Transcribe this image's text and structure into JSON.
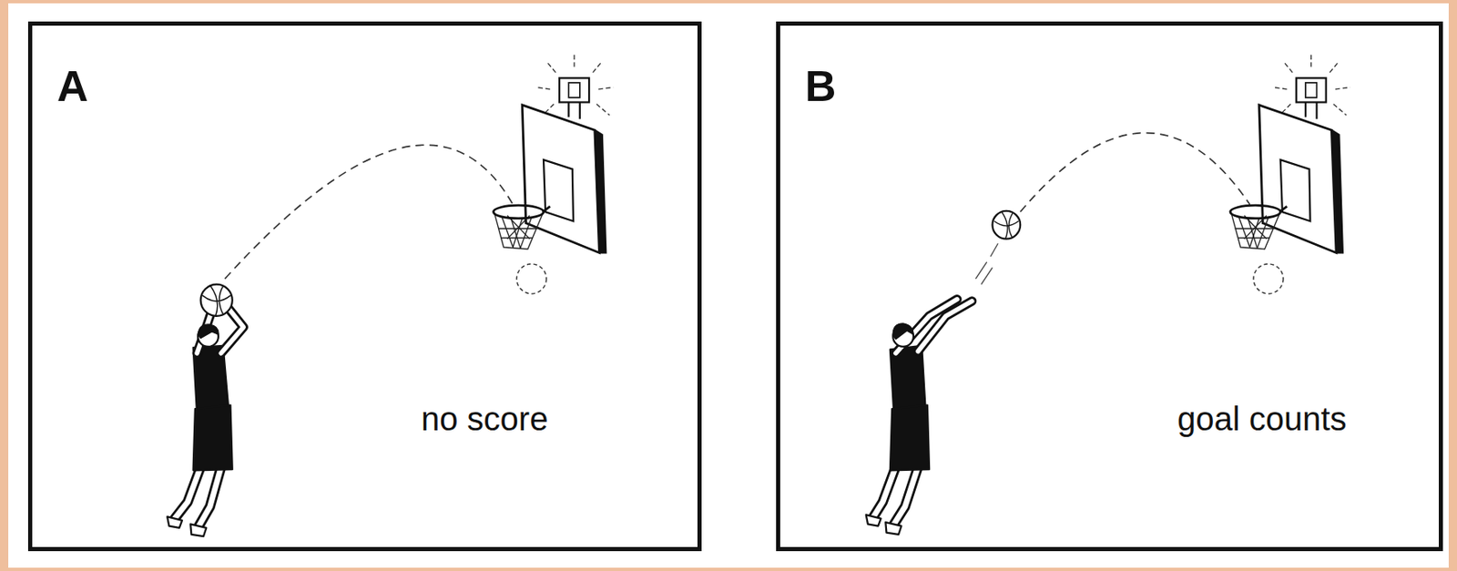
{
  "diagram": {
    "nodes": [
      {
        "text": [
          "A",
          "no score"
        ]
      },
      {
        "text": [
          "B",
          "goal counts"
        ]
      }
    ]
  }
}
